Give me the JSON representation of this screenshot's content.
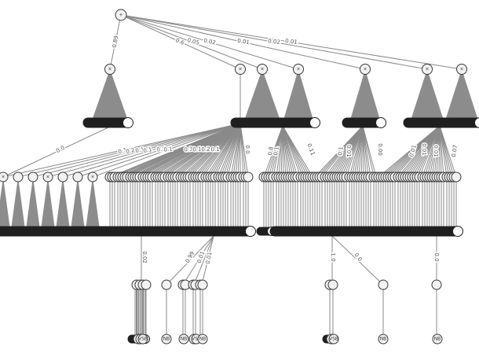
{
  "tree": {
    "node_marks": {
      "root": "+",
      "branch": "×",
      "leaf_set": "VSB",
      "leaf_single": "NB"
    },
    "root_edge_labels": [
      "0.89",
      "0.6",
      "0.05",
      "0.02",
      "0.01",
      "0.02",
      "0.01"
    ],
    "left_group_labels": [
      "0.0",
      "0.1",
      "0.2",
      "0.1",
      "0.1",
      "0.2",
      "0.1",
      "0.3",
      "0.1",
      "0.2",
      "0.1",
      "0.0"
    ],
    "middle_group_labels": [
      "0.8",
      "0.1",
      "0.11"
    ],
    "right_group_labels": [
      "0.1",
      "0.01",
      "0.00",
      "0.01",
      "0.01",
      "0.01",
      "0.07"
    ],
    "bottom_labels": [
      "0.02",
      "0.99",
      "0.01",
      "0.01",
      "1.0",
      "0.0",
      "0.0"
    ]
  }
}
